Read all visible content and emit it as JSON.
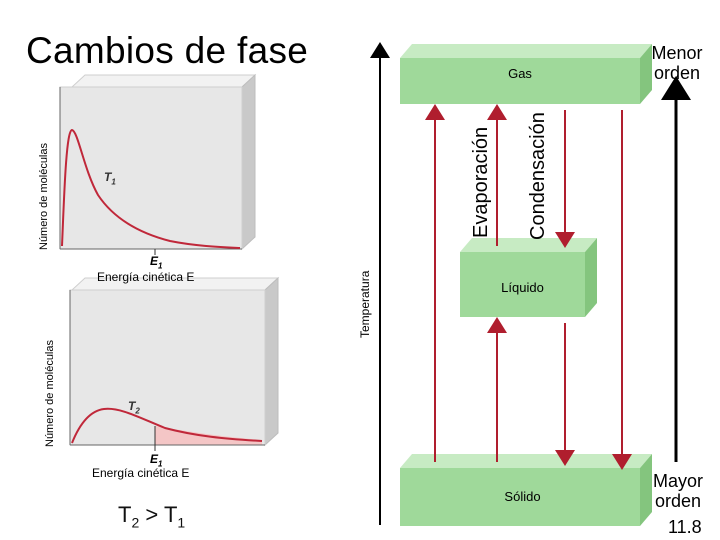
{
  "slide": {
    "title": "Cambios de fase",
    "page_number": "11.8"
  },
  "graphs": {
    "top": {
      "ylabel": "Número de moléculas",
      "curve_label": "T",
      "curve_sub": "1",
      "energy_marker": "E",
      "energy_sub": "1",
      "xlabel": "Energía cinética E"
    },
    "bottom": {
      "ylabel": "Número de moléculas",
      "curve_label": "T",
      "curve_sub": "2",
      "energy_marker": "E",
      "energy_sub": "1",
      "xlabel": "Energía cinética E"
    },
    "comparison": {
      "left": "T",
      "left_sub": "2",
      "op": " > ",
      "right": "T",
      "right_sub": "1"
    }
  },
  "phases": {
    "temperature_label": "Temperatura",
    "gas": "Gas",
    "liquid": "Líquido",
    "solid": "Sólido",
    "evaporation": "Evaporación",
    "condensation": "Condensación",
    "less_order_1": "Menor",
    "less_order_2": "orden",
    "more_order_1": "Mayor",
    "more_order_2": "orden"
  },
  "colors": {
    "box_green": "#9fd99a",
    "arrow_red": "#b01e2e",
    "panel_gray": "#e8e8e8",
    "shade_pink": "#f4c6c6"
  }
}
